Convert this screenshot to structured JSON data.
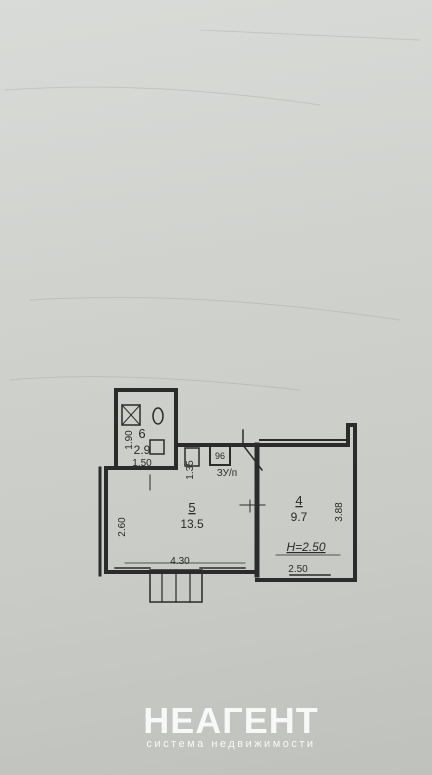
{
  "plan": {
    "room6": {
      "number": "6",
      "area": "2.9"
    },
    "room5": {
      "number": "5",
      "area": "13.5"
    },
    "room4": {
      "number": "4",
      "area": "9.7"
    },
    "dims": {
      "d_190": "1.90",
      "d_150": "1.50",
      "d_135": "1.35",
      "d_260": "2.60",
      "d_430": "4.30",
      "d_388": "3.88",
      "d_250": "2.50"
    },
    "height": "H=2.50",
    "stove_label": "ЗУ/п",
    "stove_symbol": "96"
  },
  "watermark": {
    "logo": "НЕАГЕНТ",
    "subtitle": "система недвижимости"
  }
}
